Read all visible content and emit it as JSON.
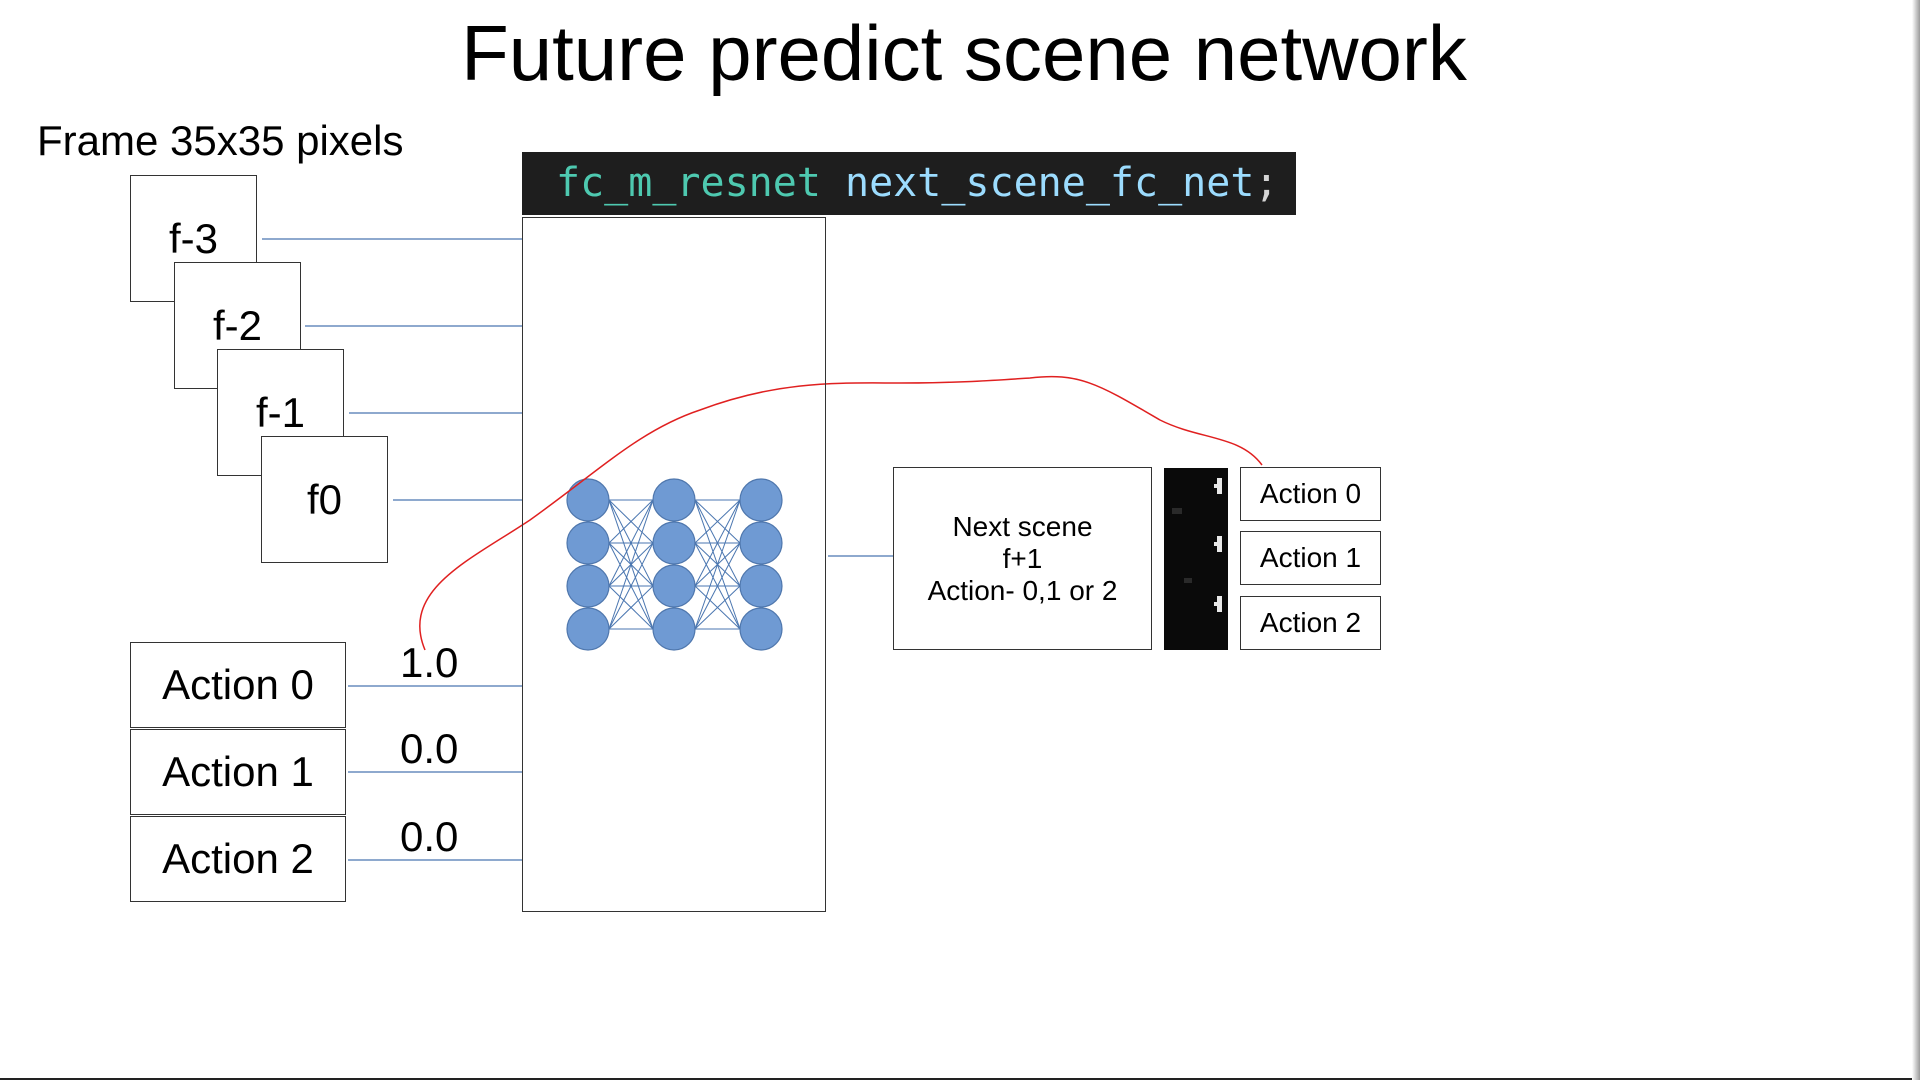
{
  "title": "Future predict scene network",
  "frame_caption": "Frame 35x35 pixels",
  "frames": [
    "f-3",
    "f-2",
    "f-1",
    "f0"
  ],
  "code": {
    "type_name": "fc_m_resnet",
    "var_name": "next_scene_fc_net",
    "terminator": ";"
  },
  "action_inputs": [
    "Action 0",
    "Action 1",
    "Action 2"
  ],
  "action_values": [
    "1.0",
    "0.0",
    "0.0"
  ],
  "network_layers": [
    4,
    4,
    4
  ],
  "next_scene": {
    "line1": "Next scene",
    "line2": "f+1",
    "line3": "Action- 0,1 or 2"
  },
  "action_outputs": [
    "Action 0",
    "Action 1",
    "Action 2"
  ],
  "colors": {
    "node_fill": "#6f9ad3",
    "node_stroke": "#4f77ad",
    "connector": "#4a76b0",
    "annotation_red": "#e02020",
    "code_bg": "#1e1e1e",
    "code_type": "#4ec9b0",
    "code_var": "#9cdcfe"
  },
  "icons": {
    "thumbnail": "game-frame-thumbnail-icon"
  }
}
